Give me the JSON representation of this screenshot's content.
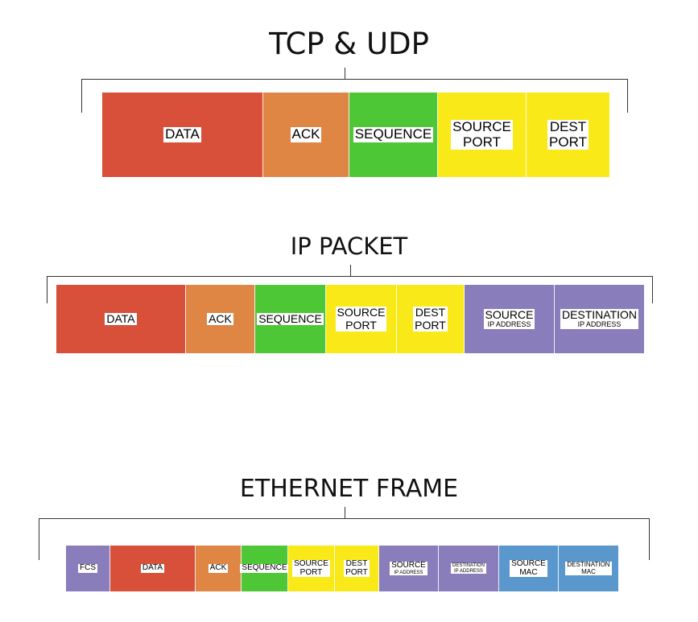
{
  "colors": {
    "data": "#d9503a",
    "ack": "#e08645",
    "sequence": "#4dc735",
    "port": "#fae919",
    "ip": "#8a7dbc",
    "mac": "#5a97cd",
    "fcs": "#8a7dbc"
  },
  "diagrams": [
    {
      "title": "TCP & UDP",
      "segments": [
        {
          "key": "data",
          "lines": [
            "DATA"
          ],
          "color": "data"
        },
        {
          "key": "ack",
          "lines": [
            "ACK"
          ],
          "color": "ack"
        },
        {
          "key": "sequence",
          "lines": [
            "SEQUENCE"
          ],
          "color": "sequence"
        },
        {
          "key": "source-port",
          "lines": [
            "SOURCE",
            "PORT"
          ],
          "color": "port"
        },
        {
          "key": "dest-port",
          "lines": [
            "DEST",
            "PORT"
          ],
          "color": "port"
        }
      ]
    },
    {
      "title": "IP PACKET",
      "segments": [
        {
          "key": "data",
          "lines": [
            "DATA"
          ],
          "color": "data"
        },
        {
          "key": "ack",
          "lines": [
            "ACK"
          ],
          "color": "ack"
        },
        {
          "key": "sequence",
          "lines": [
            "SEQUENCE"
          ],
          "color": "sequence"
        },
        {
          "key": "source-port",
          "lines": [
            "SOURCE",
            "PORT"
          ],
          "color": "port"
        },
        {
          "key": "dest-port",
          "lines": [
            "DEST",
            "PORT"
          ],
          "color": "port"
        },
        {
          "key": "source-ip",
          "lines": [
            "SOURCE",
            "IP ADDRESS"
          ],
          "color": "ip"
        },
        {
          "key": "destination-ip",
          "lines": [
            "DESTINATION",
            "IP ADDRESS"
          ],
          "color": "ip"
        }
      ]
    },
    {
      "title": "ETHERNET FRAME",
      "segments": [
        {
          "key": "fcs",
          "lines": [
            "FCS"
          ],
          "color": "fcs"
        },
        {
          "key": "data",
          "lines": [
            "DATA"
          ],
          "color": "data"
        },
        {
          "key": "ack",
          "lines": [
            "ACK"
          ],
          "color": "ack"
        },
        {
          "key": "sequence",
          "lines": [
            "SEQUENCE"
          ],
          "color": "sequence"
        },
        {
          "key": "source-port",
          "lines": [
            "SOURCE",
            "PORT"
          ],
          "color": "port"
        },
        {
          "key": "dest-port",
          "lines": [
            "DEST",
            "PORT"
          ],
          "color": "port"
        },
        {
          "key": "source-ip",
          "lines": [
            "SOURCE",
            "IP ADDRESS"
          ],
          "color": "ip"
        },
        {
          "key": "destination-ip",
          "lines": [
            "DESTINATION",
            "IP ADDRESS"
          ],
          "color": "ip"
        },
        {
          "key": "source-mac",
          "lines": [
            "SOURCE",
            "MAC"
          ],
          "color": "mac"
        },
        {
          "key": "destination-mac",
          "lines": [
            "DESTINATION",
            "MAC"
          ],
          "color": "mac"
        }
      ]
    }
  ]
}
